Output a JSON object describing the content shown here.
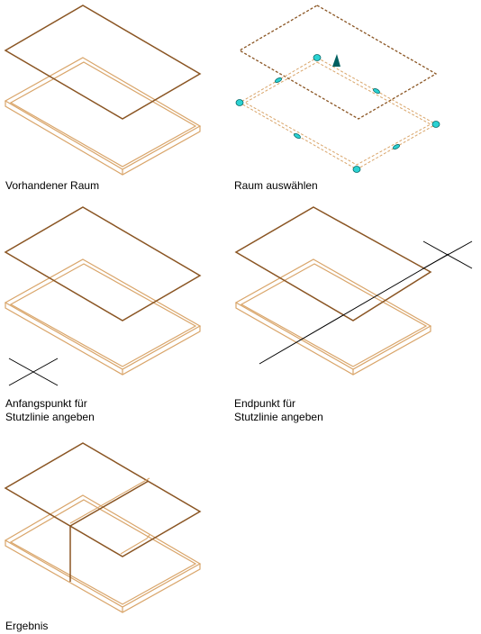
{
  "panels": [
    {
      "id": "existing",
      "caption": [
        "Vorhandener Raum"
      ]
    },
    {
      "id": "select",
      "caption": [
        "Raum auswählen"
      ]
    },
    {
      "id": "startpoint",
      "caption": [
        "Anfangspunkt für",
        "Stutzlinie angeben"
      ]
    },
    {
      "id": "endpoint",
      "caption": [
        "Endpunkt für",
        "Stutzlinie angeben"
      ]
    },
    {
      "id": "result",
      "caption": [
        "Ergebnis"
      ]
    }
  ],
  "colors": {
    "outline": "#8a5523",
    "slab": "#d9a56a",
    "grip": "#2bd2d2",
    "grip_stroke": "#0b6b6b",
    "cursor": "#000000",
    "arrow": "#006060"
  }
}
